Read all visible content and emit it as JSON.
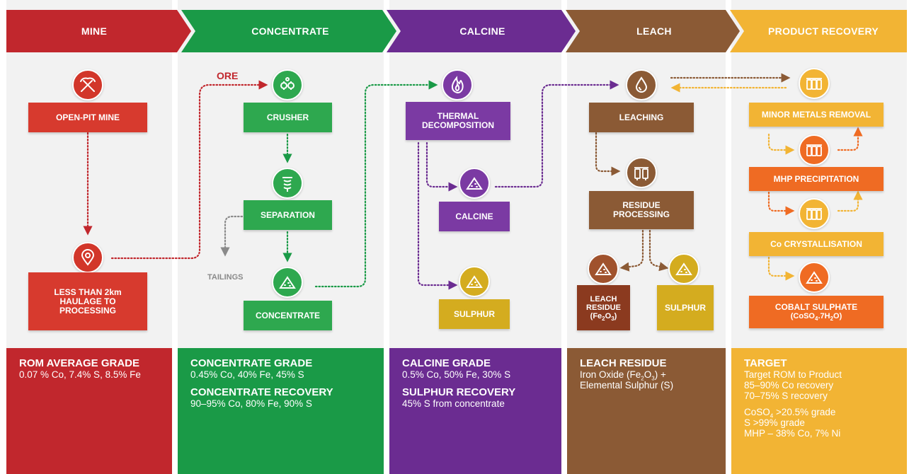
{
  "colors": {
    "mine": "#c1272d",
    "concentrate": "#1a9a47",
    "calcine": "#6b2c91",
    "leach": "#8b5a35",
    "product": "#f2b434",
    "product_dark": "#ef6b23",
    "sulphur": "#d4ac1f",
    "panel_bg": "#f2f2f2",
    "tailings_grey": "#8a8a8a"
  },
  "stages": [
    {
      "label": "MINE"
    },
    {
      "label": "CONCENTRATE"
    },
    {
      "label": "CALCINE"
    },
    {
      "label": "LEACH"
    },
    {
      "label": "PRODUCT RECOVERY"
    }
  ],
  "mine": {
    "pit_icon": "crossed-pickaxes-icon",
    "pit_label": "OPEN-PIT MINE",
    "haul_icon": "map-pin-icon",
    "haul_label": "LESS THAN 2km HAULAGE TO PROCESSING"
  },
  "concentrate": {
    "ore_label": "ORE",
    "crusher_icon": "gears-icon",
    "crusher_label": "CRUSHER",
    "separation_icon": "spiral-icon",
    "separation_label": "SEPARATION",
    "tailings_label": "TAILINGS",
    "concentrate_icon": "pile-icon",
    "concentrate_label": "CONCENTRATE"
  },
  "calcine": {
    "thermal_icon": "flame-icon",
    "thermal_label": "THERMAL DECOMPOSITION",
    "calcine_icon": "pile-icon",
    "calcine_label": "CALCINE",
    "sulphur_icon": "pile-icon",
    "sulphur_label": "SULPHUR"
  },
  "leach": {
    "leaching_icon": "droplet-icon",
    "leaching_label": "LEACHING",
    "residue_proc_icon": "tanks-icon",
    "residue_proc_label": "RESIDUE PROCESSING",
    "residue_icon": "pile-icon",
    "residue_label_1": "LEACH",
    "residue_label_2": "RESIDUE",
    "residue_label_3_pre": "(Fe",
    "residue_label_3_sub": "2",
    "residue_label_3_mid": "O",
    "residue_label_3_sub2": "3",
    "residue_label_3_post": ")",
    "sulphur_icon": "pile-icon",
    "sulphur_label": "SULPHUR"
  },
  "product": {
    "minor_icon": "tanks-icon",
    "minor_label": "MINOR METALS REMOVAL",
    "mhp_icon": "tanks-icon",
    "mhp_label": "MHP PRECIPITATION",
    "cryst_icon": "tanks-icon",
    "cryst_label": "Co CRYSTALLISATION",
    "cobalt_icon": "pile-icon",
    "cobalt_label_1": "COBALT SULPHATE",
    "cobalt_label_2_pre": "(CoSO",
    "cobalt_label_2_sub": "4",
    "cobalt_label_2_mid": ".7H",
    "cobalt_label_2_sub2": "2",
    "cobalt_label_2_post": "O)"
  },
  "bottom": {
    "mine": {
      "heading": "ROM AVERAGE GRADE",
      "text": "0.07 % Co, 7.4% S, 8.5% Fe"
    },
    "concentrate": {
      "heading1": "CONCENTRATE GRADE",
      "text1": "0.45% Co, 40% Fe, 45% S",
      "heading2": "CONCENTRATE RECOVERY",
      "text2": "90–95% Co, 80% Fe, 90% S"
    },
    "calcine": {
      "heading1": "CALCINE GRADE",
      "text1": "0.5% Co, 50% Fe, 30% S",
      "heading2": "SULPHUR RECOVERY",
      "text2": "45% S from concentrate"
    },
    "leach": {
      "heading": "LEACH RESIDUE",
      "line1_pre": "Iron Oxide (Fe",
      "line1_sub": "2",
      "line1_mid": "O",
      "line1_sub2": "3",
      "line1_post": ") +",
      "line2": "Elemental Sulphur (S)"
    },
    "product": {
      "heading": "TARGET",
      "line1": "Target ROM to Product",
      "line2": "85–90% Co recovery",
      "line3": "70–75% S recovery",
      "line4_pre": "CoSO",
      "line4_sub": "4",
      "line4_post": " >20.5% grade",
      "line5": "S >99% grade",
      "line6": "MHP – 38% Co, 7% Ni"
    }
  }
}
